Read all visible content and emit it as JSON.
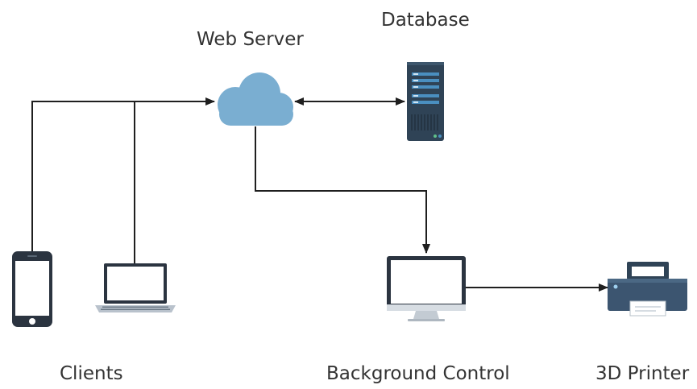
{
  "labels": {
    "web_server": "Web Server",
    "database": "Database",
    "clients": "Clients",
    "background_control": "Background Control",
    "printer": "3D Printer"
  },
  "colors": {
    "line": "#1f1f1f",
    "cloud": "#7aaed1",
    "server_body": "#2f4356",
    "server_slot": "#4a8fc0",
    "device_dark": "#2b3440",
    "screen": "#ffffff",
    "printer_body": "#3c5570"
  },
  "icons": {
    "web_server": "cloud-icon",
    "database": "server-rack-icon",
    "phone": "smartphone-icon",
    "laptop": "laptop-icon",
    "monitor": "desktop-monitor-icon",
    "printer": "printer-icon"
  }
}
